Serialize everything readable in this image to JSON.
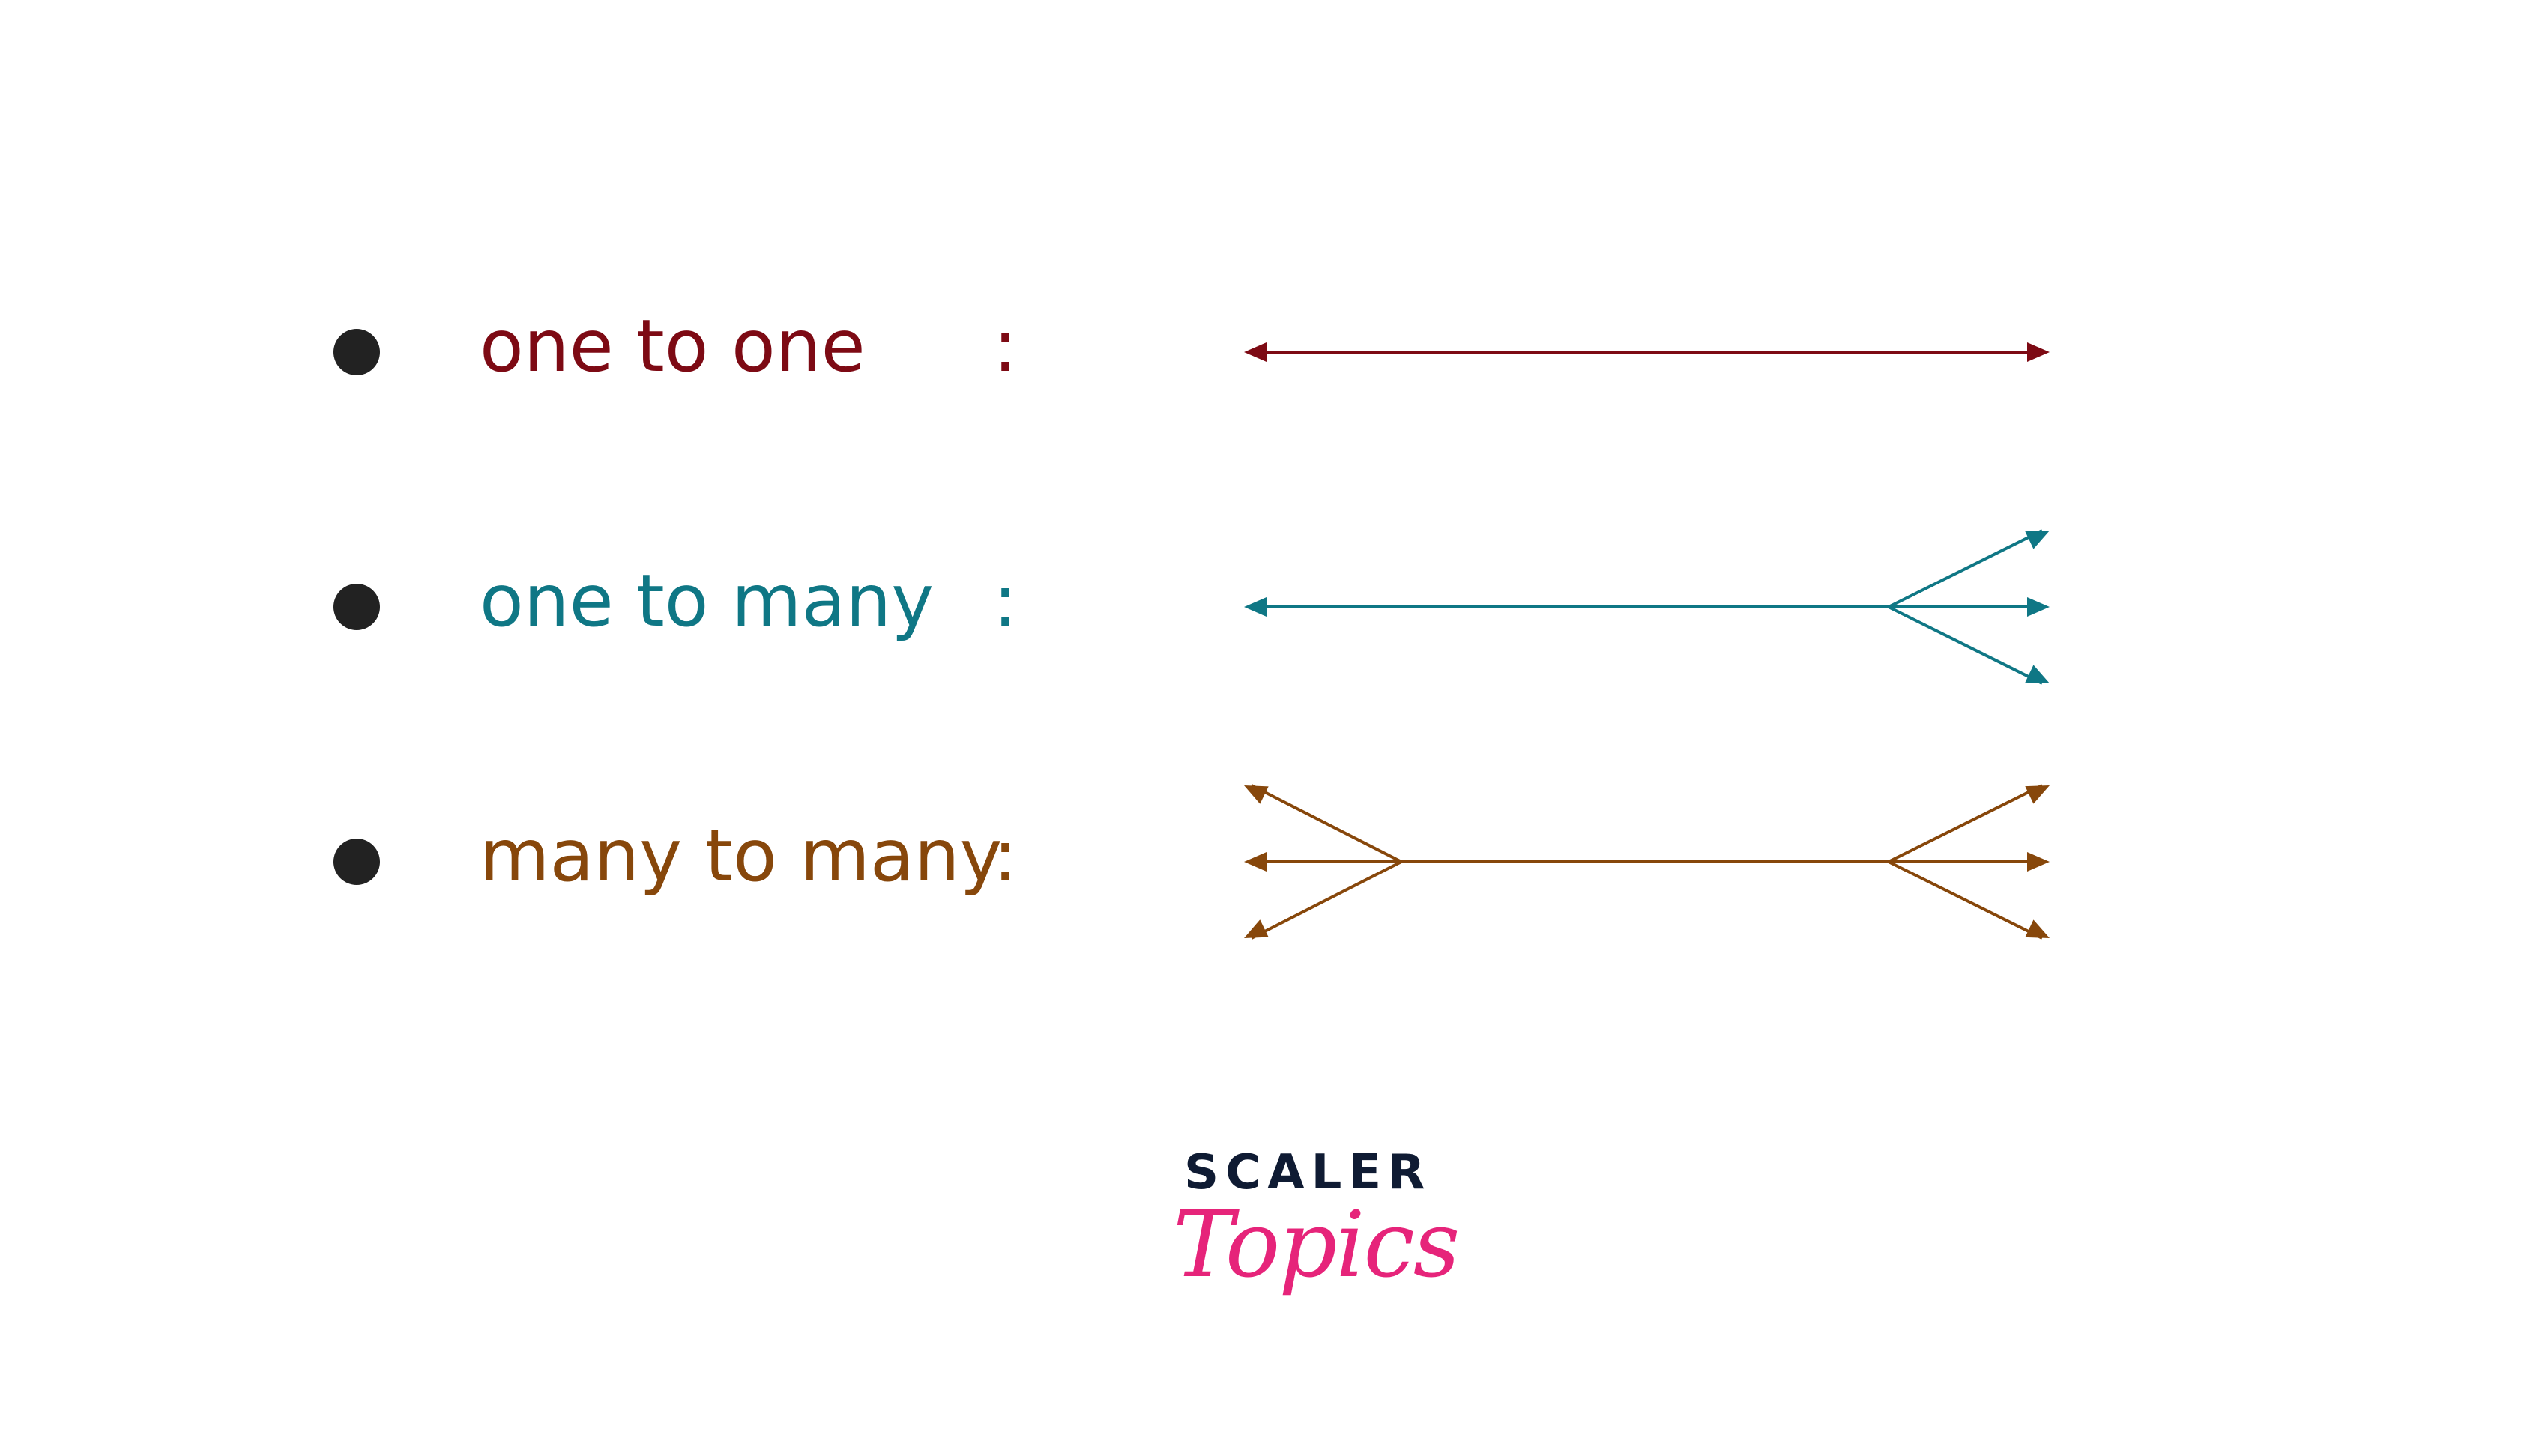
{
  "relationships": [
    {
      "label": "one to one",
      "separator": ":",
      "color": "#7d0a14",
      "left_type": "one",
      "right_type": "one"
    },
    {
      "label": "one to many",
      "separator": ":",
      "color": "#0f7785",
      "left_type": "one",
      "right_type": "many"
    },
    {
      "label": "many to many",
      "separator": ":",
      "color": "#87470b",
      "left_type": "many",
      "right_type": "many"
    }
  ],
  "logo": {
    "line1": "SCALER",
    "line2": "Topics",
    "line1_color": "#0f1b33",
    "line2_color": "#e6247a"
  }
}
